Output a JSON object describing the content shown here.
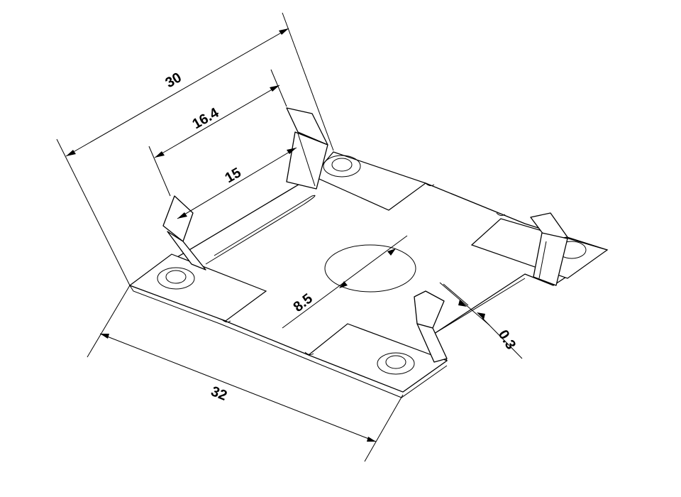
{
  "dimensions": {
    "overall_width": "30",
    "outer_tab_span": "16.4",
    "inner_tab_span": "15",
    "hole_diameter": "8.5",
    "thickness": "0.3",
    "overall_length": "32"
  }
}
